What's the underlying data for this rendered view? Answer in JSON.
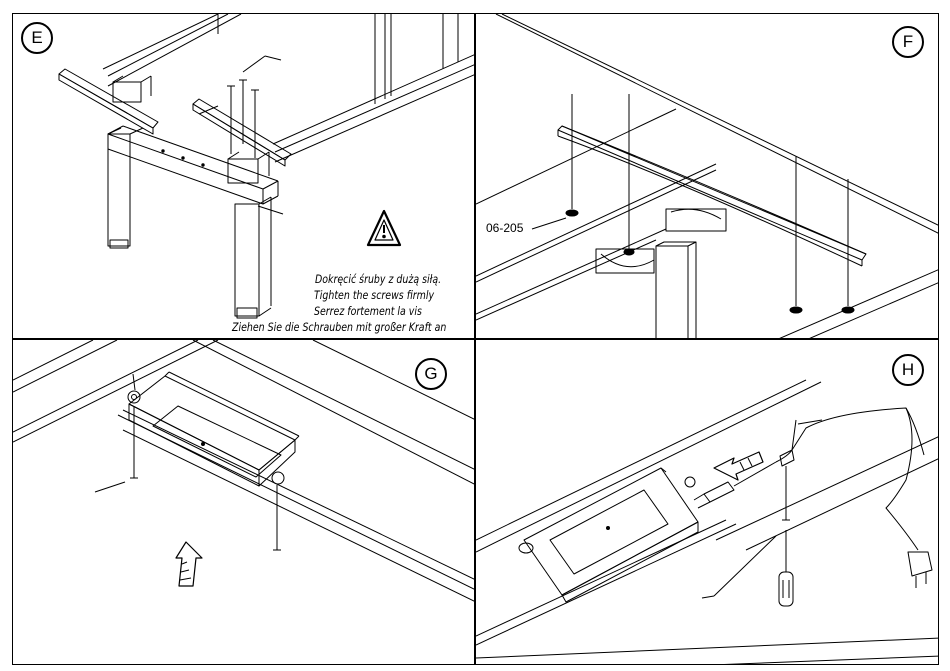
{
  "panels": {
    "e": {
      "step": "E",
      "warning": {
        "lines": [
          "Dokręcić śruby z dużą siłą.",
          "Tighten the screws firmly",
          "Serrez fortement la vis",
          "Ziehen Sie die Schrauben mit großer Kraft an"
        ]
      }
    },
    "f": {
      "step": "F",
      "part_number": "06-205"
    },
    "g": {
      "step": "G"
    },
    "h": {
      "step": "H"
    }
  },
  "colors": {
    "line": "#000000",
    "background": "#ffffff"
  },
  "icons": [
    "warning-triangle-icon",
    "screw-icon",
    "screwdriver-icon",
    "direction-arrow-icon",
    "power-plug-icon"
  ]
}
